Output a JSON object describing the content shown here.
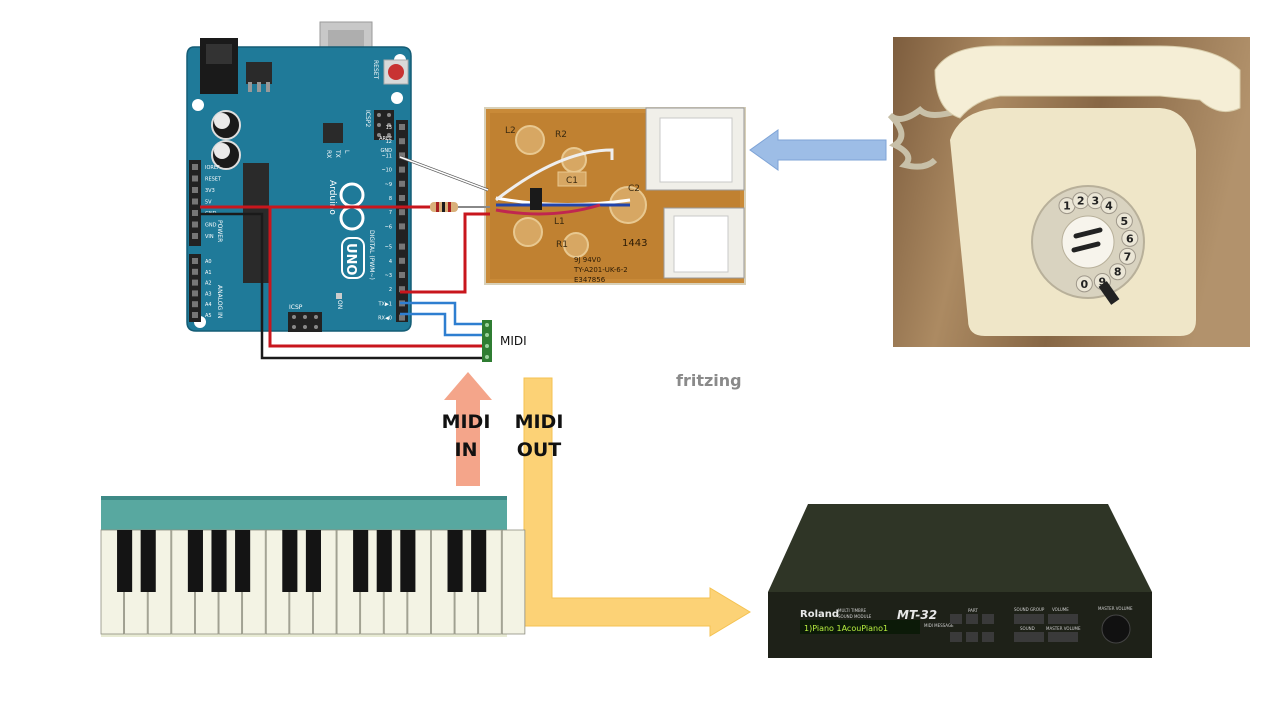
{
  "arduino": {
    "brand": "Arduino",
    "model": "UNO",
    "reset_label": "RESET",
    "icsp2_label": "ICSP2",
    "icsp_label": "ICSP",
    "on_label": "ON",
    "l_label": "L",
    "tx_label": "TX",
    "rx_label": "RX",
    "digital_label": "DIGITAL (PWM~)",
    "power_label": "POWER",
    "analog_label": "ANALOG IN",
    "aref_label": "AREF",
    "gnd_label": "GND",
    "pin_labels_right": [
      "13",
      "12",
      "~11",
      "~10",
      "~9",
      "8",
      "7",
      "~6",
      "~5",
      "4",
      "~3",
      "2",
      "TX▶1",
      "RX◀0"
    ],
    "pin_labels_left": [
      "IOREF",
      "RESET",
      "3V3",
      "5V",
      "GND",
      "GND",
      "VIN"
    ],
    "analog_pins": [
      "A0",
      "A1",
      "A2",
      "A3",
      "A4",
      "A5"
    ]
  },
  "pcb": {
    "labels": [
      "L2",
      "R2",
      "C1",
      "C2",
      "L1",
      "R1"
    ],
    "code_line1": "9J 94V0",
    "code_line2": "TY-A201-UK-6-2",
    "code_line3": "E347856",
    "stamp": "1443"
  },
  "midi_connector_label": "MIDI",
  "watermark": "fritzing",
  "arrows": {
    "midi_in": [
      "MIDI",
      "IN"
    ],
    "midi_out": [
      "MIDI",
      "OUT"
    ]
  },
  "telephone": {
    "dial_digits": [
      "1",
      "2",
      "3",
      "4",
      "5",
      "6",
      "7",
      "8",
      "9",
      "0"
    ]
  },
  "synth": {
    "brand": "Roland",
    "subtitle_line1": "MULTI TIMBRE",
    "subtitle_line2": "SOUND MODULE",
    "model": "MT-32",
    "display_text": "1)Piano  1AcouPiano1",
    "midi_message_label": "MIDI MESSAGE",
    "part_label": "PART",
    "sound_group_label": "SOUND GROUP",
    "volume_label": "VOLUME",
    "sound_label": "SOUND",
    "master_volume_label": "MASTER VOLUME",
    "knob_label": "MASTER VOLUME"
  },
  "colors": {
    "arduino_board": "#1f7a99",
    "wire_red": "#c8161d",
    "wire_blue": "#2e7ed0",
    "wire_black": "#1a1a1a",
    "arrow_in": "#f4a58a",
    "arrow_out": "#fcd276",
    "arrow_phone": "#9dbde6",
    "midi_connector": "#2f7d32",
    "pcb": "#c98a38",
    "phone_body": "#efe6c8",
    "synth_body": "#2b3124"
  },
  "icons": {
    "arrow_phone_to_pcb": "arrow-left-icon",
    "arrow_midi_in": "arrow-up-icon",
    "arrow_midi_out": "arrow-down-right-icon"
  }
}
